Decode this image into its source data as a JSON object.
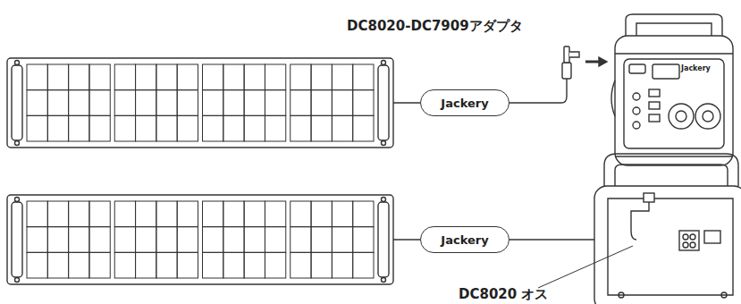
{
  "diagram": {
    "nodes": [
      {
        "text": [
          "Jackery"
        ]
      },
      {
        "text": [
          "Jackery"
        ]
      }
    ],
    "labels": [
      "DC8020-DC7909アダプタ",
      "Jackery",
      "DC8020 オス"
    ]
  }
}
